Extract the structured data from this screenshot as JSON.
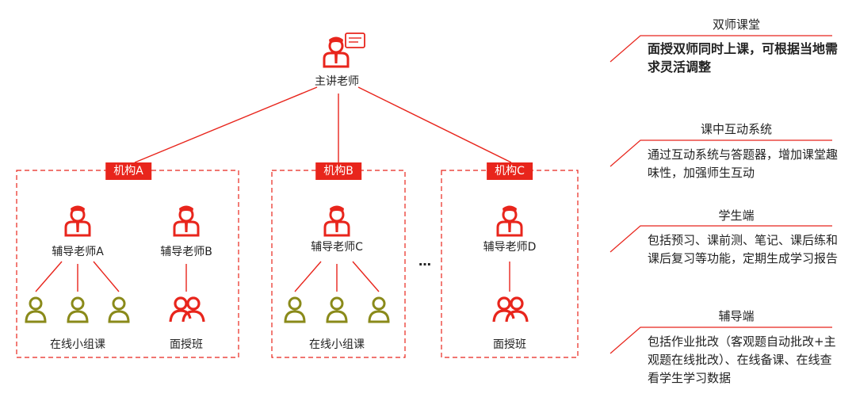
{
  "diagram": {
    "head_teacher": "主讲老师",
    "institutions": [
      {
        "name": "机构A",
        "tutors": [
          {
            "label": "辅导老师A",
            "group_label": "在线小组课"
          },
          {
            "label": "辅导老师B",
            "group_label": "面授班"
          }
        ]
      },
      {
        "name": "机构B",
        "tutors": [
          {
            "label": "辅导老师C",
            "group_label": "在线小组课"
          }
        ]
      },
      {
        "name": "机构C",
        "tutors": [
          {
            "label": "辅导老师D",
            "group_label": "面授班"
          }
        ]
      }
    ],
    "ellipsis": "…",
    "colors": {
      "red": "#e8251c",
      "olive": "#8a8a1a",
      "dashed_border": "#e8251c"
    }
  },
  "features": [
    {
      "title": "双师课堂",
      "description": "面授双师同时上课，可根据当地需求灵活调整"
    },
    {
      "title": "课中互动系统",
      "description": "通过互动系统与答题器，增加课堂趣味性，加强师生互动"
    },
    {
      "title": "学生端",
      "description": "包括预习、课前测、笔记、课后练和课后复习等功能，定期生成学习报告"
    },
    {
      "title": "辅导端",
      "description": "包括作业批改（客观题自动批改+主观题在线批改）、在线备课、在线查看学生学习数据"
    }
  ]
}
